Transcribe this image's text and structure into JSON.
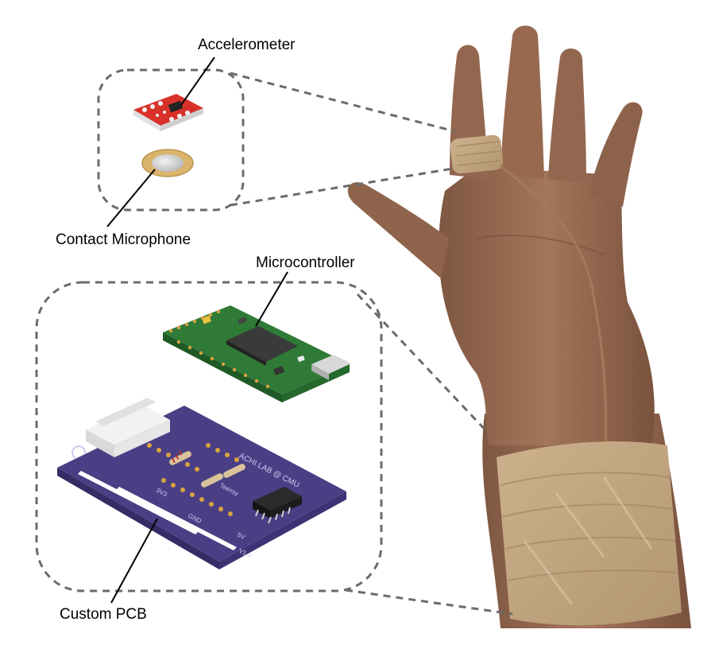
{
  "labels": {
    "accelerometer": "Accelerometer",
    "contact_microphone": "Contact Microphone",
    "microcontroller": "Microcontroller",
    "custom_pcb": "Custom PCB"
  },
  "pcb_silkscreen": {
    "board_text": "ACHI LAB @ CMU",
    "chip_text": "Teensy",
    "pin_3v3": "3V3",
    "pin_gnd": "GND",
    "pin_5v": "5V",
    "version": "V1.0"
  },
  "colors": {
    "callout_dash": "#6b6b6b",
    "accelerometer_board": "#d8312a",
    "piezo_brass": "#d9b46a",
    "piezo_silver": "#d9d9d9",
    "mcu_board": "#2f7a36",
    "pcb_board": "#4a3f85",
    "skin": "#9a6d52",
    "bandage": "#c8ab86"
  }
}
